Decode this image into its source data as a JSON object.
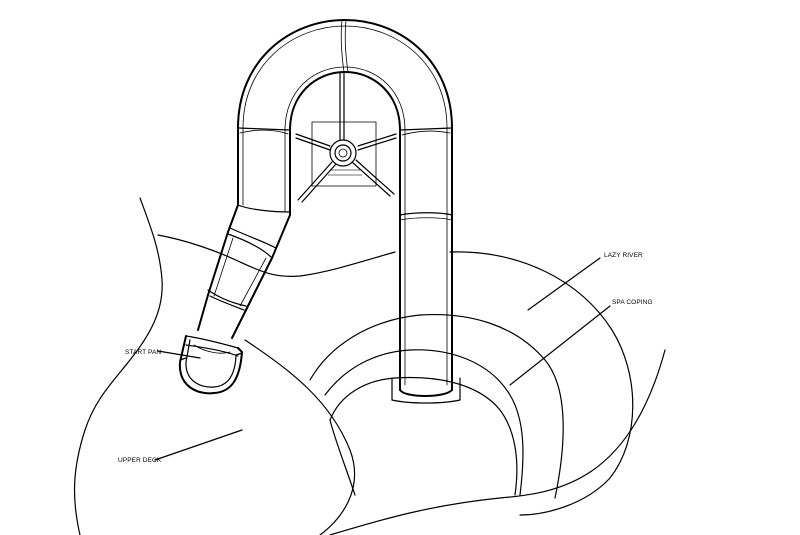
{
  "labels": {
    "lazy_river": "LAZY RIVER",
    "spa_coping": "SPA COPING",
    "start_pan": "START PAN",
    "upper_deck": "UPPER DECK"
  },
  "colors": {
    "line": "#000000",
    "background": "#ffffff"
  }
}
